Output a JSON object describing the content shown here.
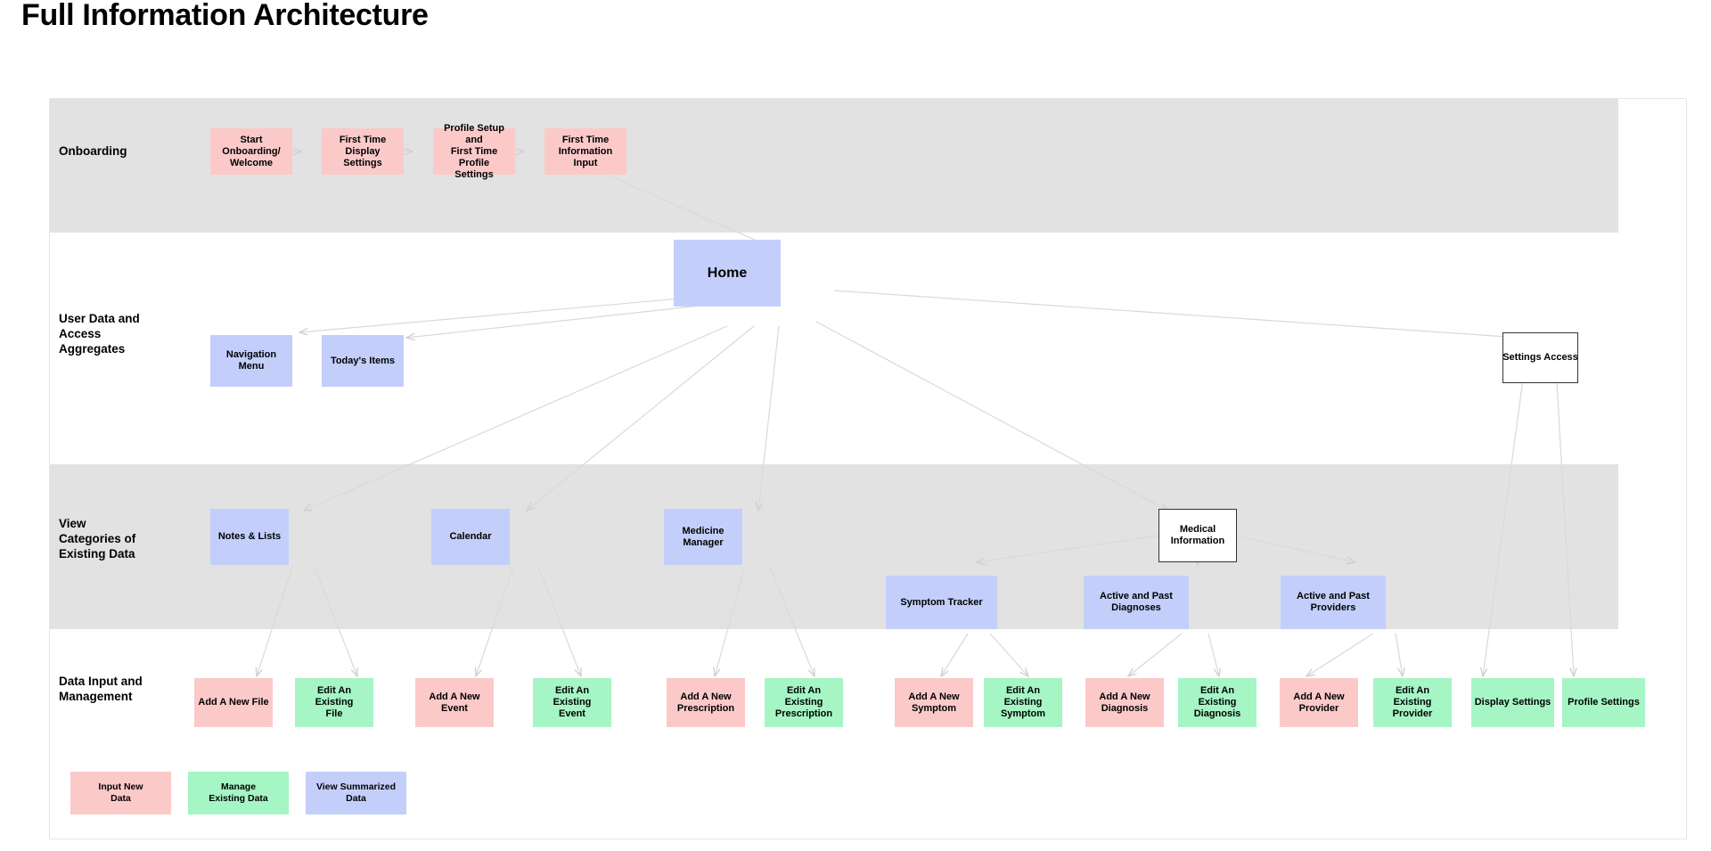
{
  "page": {
    "title": "Full Information Architecture"
  },
  "colors": {
    "input_new_data": "#fcc9c9",
    "manage_existing_data": "#a6f5c5",
    "view_summarized_data": "#c3cffa",
    "band_gray": "#e2e2e2",
    "band_white": "#ffffff",
    "edge": "#d9d9d9",
    "node_outline": "#333333"
  },
  "bands": [
    {
      "label": "Onboarding",
      "shaded": true
    },
    {
      "label": "User Data and\nAccess\nAggregates",
      "shaded": false
    },
    {
      "label": "View\nCategories of\nExisting Data",
      "shaded": true
    },
    {
      "label": "Data Input and\nManagement",
      "shaded": false
    }
  ],
  "nodes": {
    "onboarding": [
      {
        "id": "start-onboarding-welcome",
        "label": "Start Onboarding/\nWelcome",
        "type": "input"
      },
      {
        "id": "first-time-display-settings",
        "label": "First Time Display\nSettings",
        "type": "input"
      },
      {
        "id": "profile-setup-first-time-profile-settings",
        "label": "Profile Setup and\nFirst Time Profile\nSettings",
        "type": "input"
      },
      {
        "id": "first-time-information-input",
        "label": "First Time\nInformation Input",
        "type": "input"
      }
    ],
    "aggregates": [
      {
        "id": "home",
        "label": "Home",
        "type": "view"
      },
      {
        "id": "navigation-menu",
        "label": "Navigation Menu",
        "type": "view"
      },
      {
        "id": "todays-items",
        "label": "Today's Items",
        "type": "view"
      },
      {
        "id": "settings-access",
        "label": "Settings Access",
        "type": "outline"
      }
    ],
    "categories": [
      {
        "id": "notes-and-lists",
        "label": "Notes & Lists",
        "type": "view"
      },
      {
        "id": "calendar",
        "label": "Calendar",
        "type": "view"
      },
      {
        "id": "medicine-manager",
        "label": "Medicine\nManager",
        "type": "view"
      },
      {
        "id": "medical-information",
        "label": "Medical\nInformation",
        "type": "outline"
      },
      {
        "id": "symptom-tracker",
        "label": "Symptom Tracker",
        "type": "view"
      },
      {
        "id": "active-and-past-diagnoses",
        "label": "Active and Past\nDiagnoses",
        "type": "view"
      },
      {
        "id": "active-and-past-providers",
        "label": "Active and Past\nProviders",
        "type": "view"
      }
    ],
    "data_input": [
      {
        "id": "add-a-new-file",
        "label": "Add A New File",
        "type": "input"
      },
      {
        "id": "edit-an-existing-file",
        "label": "Edit An Existing\nFile",
        "type": "manage"
      },
      {
        "id": "add-a-new-event",
        "label": "Add A New Event",
        "type": "input"
      },
      {
        "id": "edit-an-existing-event",
        "label": "Edit An Existing\nEvent",
        "type": "manage"
      },
      {
        "id": "add-a-new-prescription",
        "label": "Add A New\nPrescription",
        "type": "input"
      },
      {
        "id": "edit-an-existing-prescription",
        "label": "Edit An Existing\nPrescription",
        "type": "manage"
      },
      {
        "id": "add-a-new-symptom",
        "label": "Add A New\nSymptom",
        "type": "input"
      },
      {
        "id": "edit-an-existing-symptom",
        "label": "Edit An Existing\nSymptom",
        "type": "manage"
      },
      {
        "id": "add-a-new-diagnosis",
        "label": "Add A New\nDiagnosis",
        "type": "input"
      },
      {
        "id": "edit-an-existing-diagnosis",
        "label": "Edit An Existing\nDiagnosis",
        "type": "manage"
      },
      {
        "id": "add-a-new-provider",
        "label": "Add A New\nProvider",
        "type": "input"
      },
      {
        "id": "edit-an-existing-provider",
        "label": "Edit An Existing\nProvider",
        "type": "manage"
      },
      {
        "id": "display-settings",
        "label": "Display Settings",
        "type": "manage"
      },
      {
        "id": "profile-settings",
        "label": "Profile Settings",
        "type": "manage"
      }
    ]
  },
  "legend": [
    {
      "id": "input-new-data",
      "label": "Input New\nData",
      "type": "input"
    },
    {
      "id": "manage-existing-data",
      "label": "Manage\nExisting Data",
      "type": "manage"
    },
    {
      "id": "view-summarized-data",
      "label": "View Summarized\nData",
      "type": "view"
    }
  ],
  "chart_data": {
    "type": "diagram",
    "title": "Full Information Architecture",
    "swimlanes": [
      "Onboarding",
      "User Data and Access Aggregates",
      "View Categories of Existing Data",
      "Data Input and Management"
    ],
    "edges": [
      {
        "from": "start-onboarding-welcome",
        "to": "first-time-display-settings"
      },
      {
        "from": "first-time-display-settings",
        "to": "profile-setup-first-time-profile-settings"
      },
      {
        "from": "profile-setup-first-time-profile-settings",
        "to": "first-time-information-input"
      },
      {
        "from": "first-time-information-input",
        "to": "home"
      },
      {
        "from": "home",
        "to": "navigation-menu"
      },
      {
        "from": "home",
        "to": "todays-items"
      },
      {
        "from": "home",
        "to": "settings-access"
      },
      {
        "from": "home",
        "to": "notes-and-lists"
      },
      {
        "from": "home",
        "to": "calendar"
      },
      {
        "from": "home",
        "to": "medicine-manager"
      },
      {
        "from": "home",
        "to": "medical-information"
      },
      {
        "from": "medical-information",
        "to": "symptom-tracker"
      },
      {
        "from": "medical-information",
        "to": "active-and-past-diagnoses"
      },
      {
        "from": "medical-information",
        "to": "active-and-past-providers"
      },
      {
        "from": "notes-and-lists",
        "to": "add-a-new-file"
      },
      {
        "from": "notes-and-lists",
        "to": "edit-an-existing-file"
      },
      {
        "from": "calendar",
        "to": "add-a-new-event"
      },
      {
        "from": "calendar",
        "to": "edit-an-existing-event"
      },
      {
        "from": "medicine-manager",
        "to": "add-a-new-prescription"
      },
      {
        "from": "medicine-manager",
        "to": "edit-an-existing-prescription"
      },
      {
        "from": "symptom-tracker",
        "to": "add-a-new-symptom"
      },
      {
        "from": "symptom-tracker",
        "to": "edit-an-existing-symptom"
      },
      {
        "from": "active-and-past-diagnoses",
        "to": "add-a-new-diagnosis"
      },
      {
        "from": "active-and-past-diagnoses",
        "to": "edit-an-existing-diagnosis"
      },
      {
        "from": "active-and-past-providers",
        "to": "add-a-new-provider"
      },
      {
        "from": "active-and-past-providers",
        "to": "edit-an-existing-provider"
      },
      {
        "from": "settings-access",
        "to": "display-settings"
      },
      {
        "from": "settings-access",
        "to": "profile-settings"
      }
    ]
  }
}
